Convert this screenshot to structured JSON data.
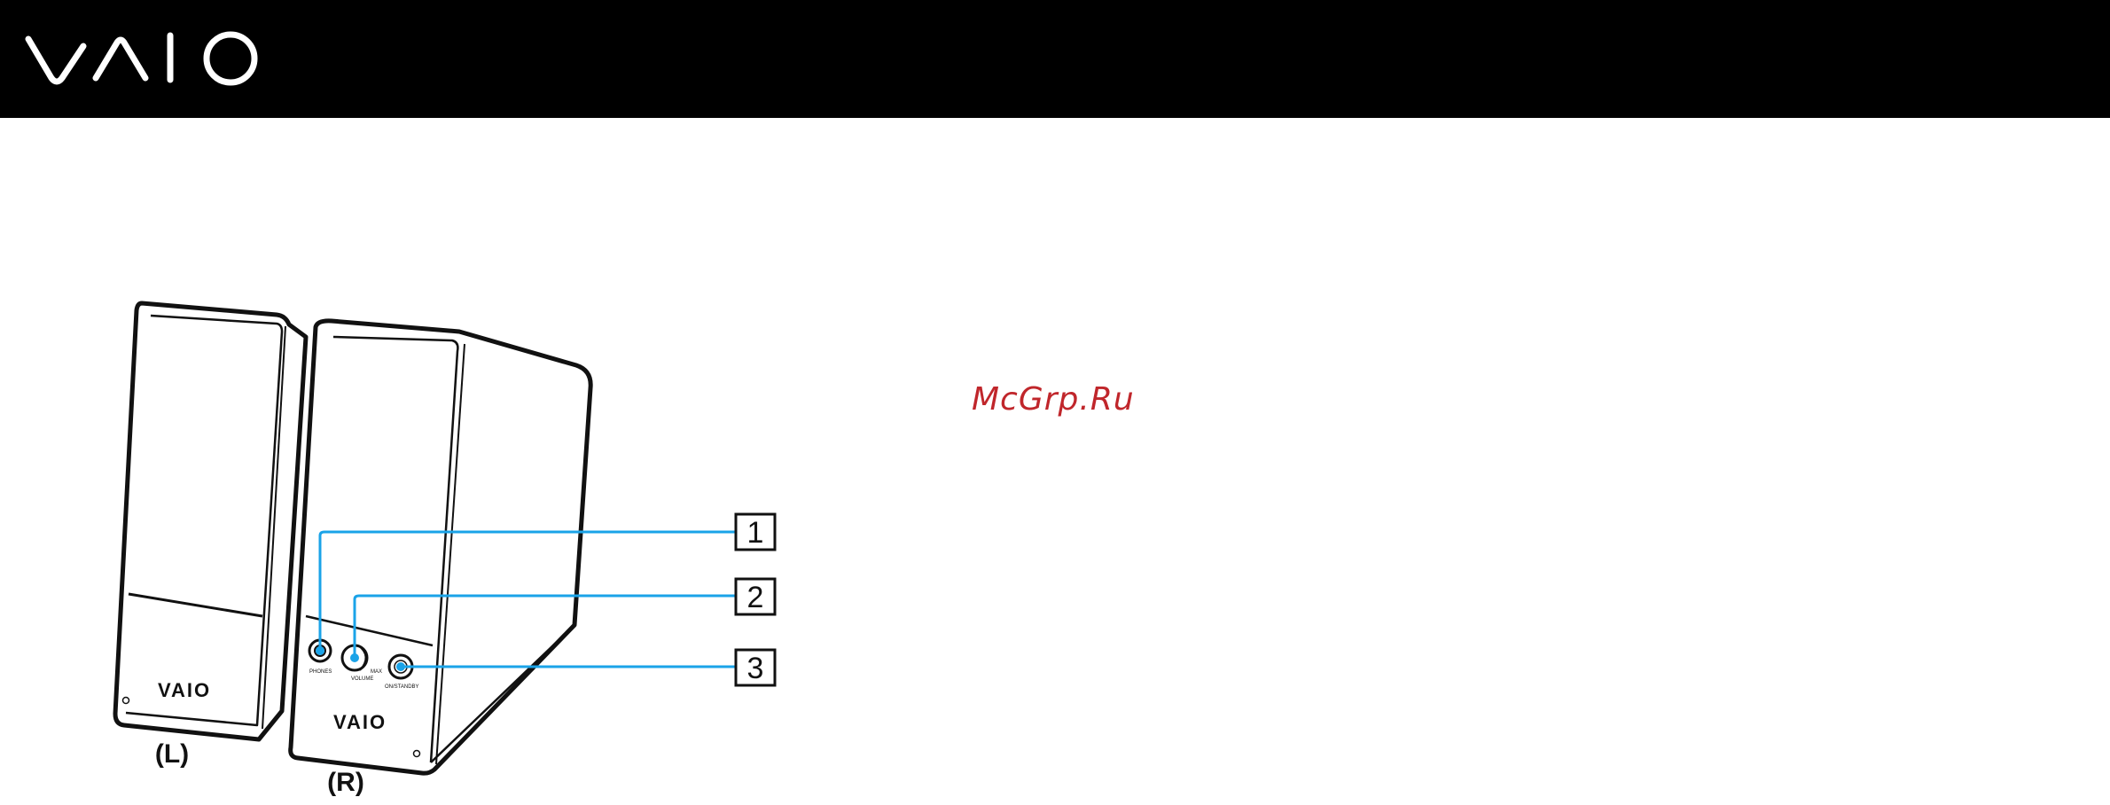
{
  "header": {
    "logo_text": "VAIO"
  },
  "figure": {
    "callouts": [
      "1",
      "2",
      "3"
    ],
    "speaker_labels": {
      "left": "(L)",
      "right": "(R)"
    },
    "panel_labels": {
      "phones": "PHONES",
      "volume": "VOLUME",
      "max": "MAX",
      "power": "ON/STANDBY"
    },
    "brand_on_speaker": "VAIO",
    "callout_line_color": "#1aa3e8"
  },
  "watermark": "McGrp.Ru"
}
